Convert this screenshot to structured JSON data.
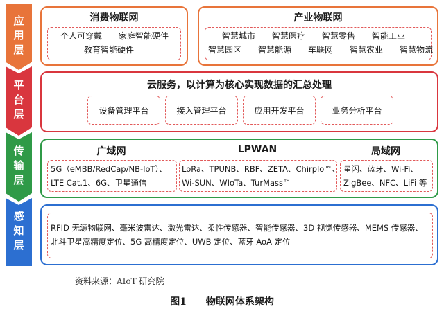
{
  "layers": {
    "application": {
      "label": "应用层",
      "color": "#e8743a",
      "consumer": {
        "title": "消费物联网",
        "line1": "个人可穿戴　　家庭智能硬件",
        "line2": "教育智能硬件"
      },
      "industrial": {
        "title": "产业物联网",
        "line1": "智慧城市　　智慧医疗　　智慧零售　　智能工业",
        "line2": "智慧园区　　智慧能源　　车联网　　智慧农业　　智慧物流"
      }
    },
    "platform": {
      "label": "平台层",
      "color": "#d9363e",
      "title": "云服务，以计算为核心实现数据的汇总处理",
      "items": [
        "设备管理平台",
        "接入管理平台",
        "应用开发平台",
        "业务分析平台"
      ]
    },
    "transport": {
      "label": "传输层",
      "color": "#2f9a47",
      "wan": {
        "title": "广域网",
        "line1": "5G（eMBB/RedCap/NB-IoT）、",
        "line2": "LTE Cat.1、6G、卫星通信"
      },
      "lpwan": {
        "title": "LPWAN",
        "line1": "LoRa、TPUNB、RBF、ZETA、Chirplo™、",
        "line2": "Wi-SUN、WIoTa、TurMass™"
      },
      "lan": {
        "title": "局域网",
        "line1": "星闪、蓝牙、Wi-Fi、",
        "line2": "ZigBee、NFC、LiFi 等"
      }
    },
    "perception": {
      "label": "感知层",
      "color": "#2c6fd1",
      "line1": "RFID 无源物联网、毫米波雷达、激光雷达、柔性传感器、智能传感器、3D 视觉传感器、MEMS 传感器、",
      "line2": "北斗卫星高精度定位、5G 高精度定位、UWB 定位、蓝牙 AoA 定位"
    }
  },
  "source": "资料来源：AIoT 研究院",
  "figure_caption": "图1　　物联网体系架构"
}
